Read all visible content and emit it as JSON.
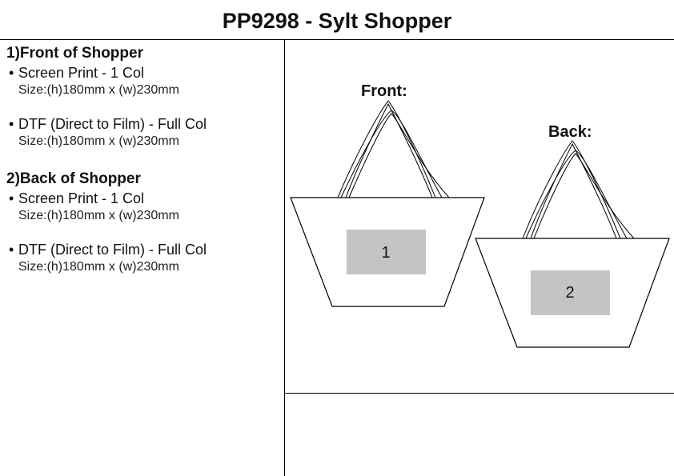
{
  "header": {
    "title": "PP9298 - Sylt Shopper"
  },
  "sections": [
    {
      "title": "1)Front of Shopper",
      "options": [
        {
          "method": "Screen Print - 1 Col",
          "size": "Size:(h)180mm x (w)230mm"
        },
        {
          "method": "DTF (Direct to Film) - Full Col",
          "size": "Size:(h)180mm x (w)230mm"
        }
      ]
    },
    {
      "title": "2)Back of Shopper",
      "options": [
        {
          "method": "Screen Print - 1 Col",
          "size": "Size:(h)180mm x (w)230mm"
        },
        {
          "method": "DTF (Direct to Film) - Full Col",
          "size": "Size:(h)180mm x (w)230mm"
        }
      ]
    }
  ],
  "diagram": {
    "front_label": "Front:",
    "back_label": "Back:",
    "front_area_number": "1",
    "back_area_number": "2",
    "print_area_color": "#c4c4c4"
  }
}
